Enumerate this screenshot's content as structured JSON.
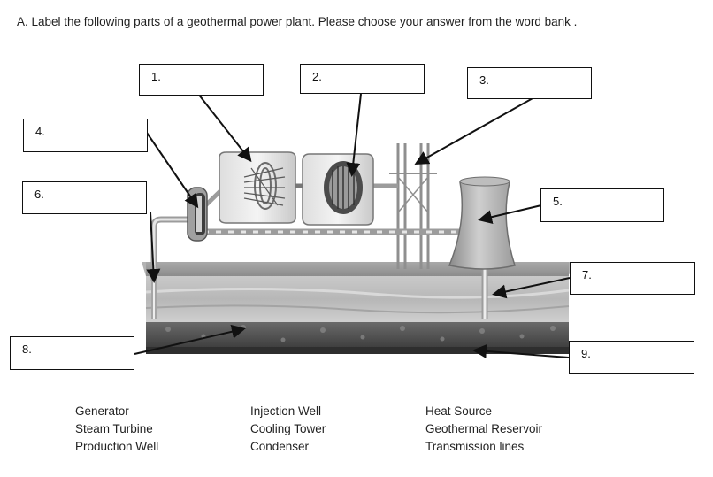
{
  "instruction": "A. Label the following parts of a geothermal power plant. Please choose your answer from the word bank .",
  "label_boxes": [
    "1.",
    "2.",
    "3.",
    "4.",
    "5.",
    "6.",
    "7.",
    "8.",
    "9."
  ],
  "word_bank": [
    "Generator",
    "Injection Well",
    "Heat Source",
    "Steam Turbine",
    "Cooling Tower",
    "Geothermal Reservoir",
    "Production Well",
    "Condenser",
    "Transmission lines"
  ]
}
